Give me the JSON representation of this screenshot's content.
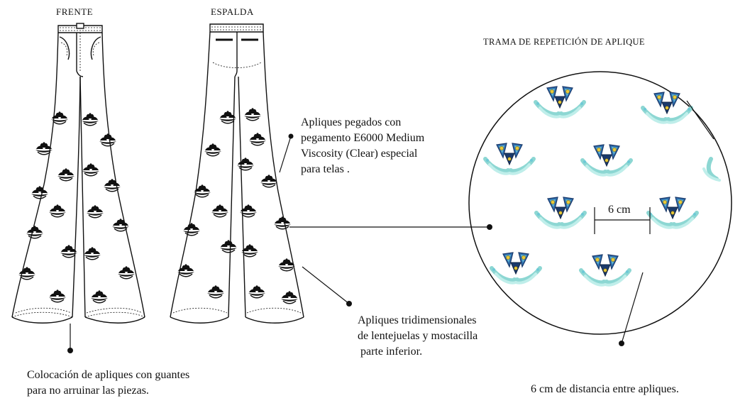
{
  "views": {
    "front_title": "FRENTE",
    "back_title": "ESPALDA"
  },
  "pattern": {
    "title": "TRAMA DE REPETICIÓN DE APLIQUE",
    "spacing_label": "6 cm"
  },
  "notes": {
    "glue": "Apliques pegados con\npegamento E6000 Medium\nViscosity (Clear) especial\npara telas .",
    "appliques": "Apliques tridimensionales\nde lentejuelas y mostacilla\n parte inferior.",
    "gloves": "Colocación de apliques con guantes\npara no arruinar las piezas.",
    "distance": "6 cm de distancia entre apliques."
  },
  "icons": {
    "applique": "flower-applique-icon",
    "motif": "sequin-bead-motif-icon"
  },
  "colors": {
    "line": "#111111",
    "motif_blue": "#2f6fae",
    "motif_navy": "#1b3a6b",
    "motif_cyan": "#6ec9d6",
    "motif_mint": "#9fe0dc",
    "motif_yellow": "#e8c93a"
  }
}
